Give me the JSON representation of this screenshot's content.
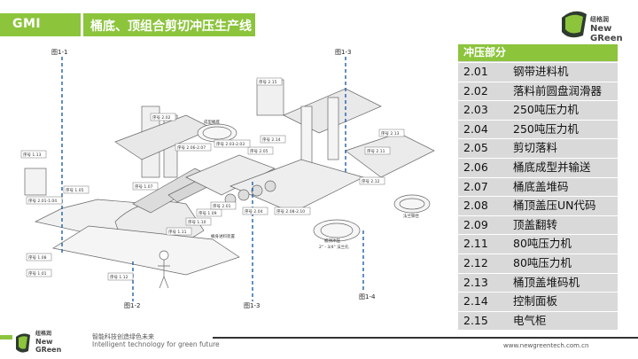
{
  "brand_color": "#8cc43c",
  "header": {
    "tag": "GMI",
    "title": "桶底、顶组合剪切冲压生产线"
  },
  "logo": {
    "cn": "纽格润",
    "line1": "New",
    "line2": "GReen"
  },
  "panel": {
    "heading": "冲压部分",
    "items": [
      {
        "code": "2.01",
        "name": "钢带进料机"
      },
      {
        "code": "2.02",
        "name": "落料前圆盘润滑器"
      },
      {
        "code": "2.03",
        "name": "250吨压力机"
      },
      {
        "code": "2.04",
        "name": "250吨压力机"
      },
      {
        "code": "2.05",
        "name": "剪切落料"
      },
      {
        "code": "2.06",
        "name": "桶底成型并输送"
      },
      {
        "code": "2.07",
        "name": "桶底盖堆码"
      },
      {
        "code": "2.08",
        "name": "桶顶盖压UN代码"
      },
      {
        "code": "2.09",
        "name": "顶盖翻转"
      },
      {
        "code": "2.11",
        "name": "80吨压力机"
      },
      {
        "code": "2.12",
        "name": "80吨压力机"
      },
      {
        "code": "2.13",
        "name": "桶顶盖堆码机"
      },
      {
        "code": "2.14",
        "name": "控制面板"
      },
      {
        "code": "2.15",
        "name": "电气柜"
      }
    ]
  },
  "diagram": {
    "figure_labels": [
      "图1-1",
      "图1-3",
      "图1-2",
      "图1-3",
      "图1-4"
    ],
    "tags": [
      "序号 1.13",
      "序号 1.05",
      "序号 1.07",
      "序号 2.06-2.07",
      "序号 2.01-1.04",
      "序号 2.15",
      "序号 1.08",
      "序号 1.01",
      "序号 1.12",
      "序号 1.11",
      "序号 1.10",
      "序号 1.09",
      "序号 2.01",
      "序号 2.04",
      "序号 2.08-2.10",
      "序号 2.05",
      "序号 2.14",
      "序号 2.12",
      "序号 2.13",
      "序号 2.11",
      "序号 2.03-2.03",
      "序号 2.02"
    ],
    "notes": [
      "成型桶底",
      "桶顶冲压",
      "2\" - 3/4\" 法兰孔",
      "法兰铆合",
      "桶身进料装置"
    ]
  },
  "footer": {
    "slogan_cn": "智能科技创造绿色未来",
    "slogan_en": "Intelligent technology for  green future",
    "url": "www.newgreentech.com.cn"
  }
}
